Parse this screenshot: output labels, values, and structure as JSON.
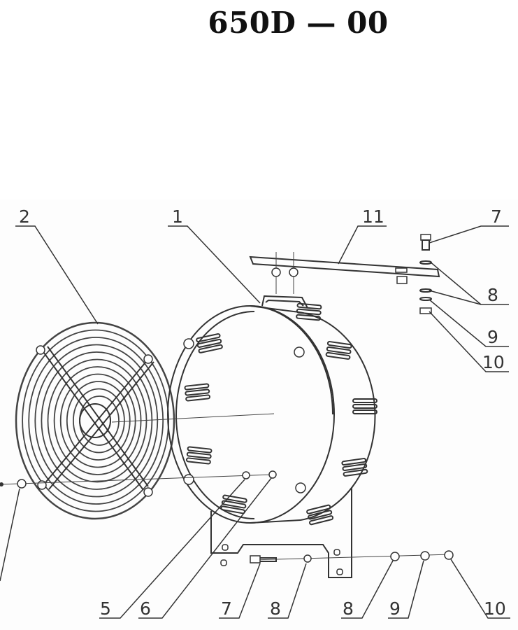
{
  "title": "650D — 00",
  "callouts": [
    "2",
    "1",
    "11",
    "7",
    "8",
    "9",
    "10",
    "5",
    "6",
    "7",
    "8",
    "8",
    "9",
    "10"
  ]
}
